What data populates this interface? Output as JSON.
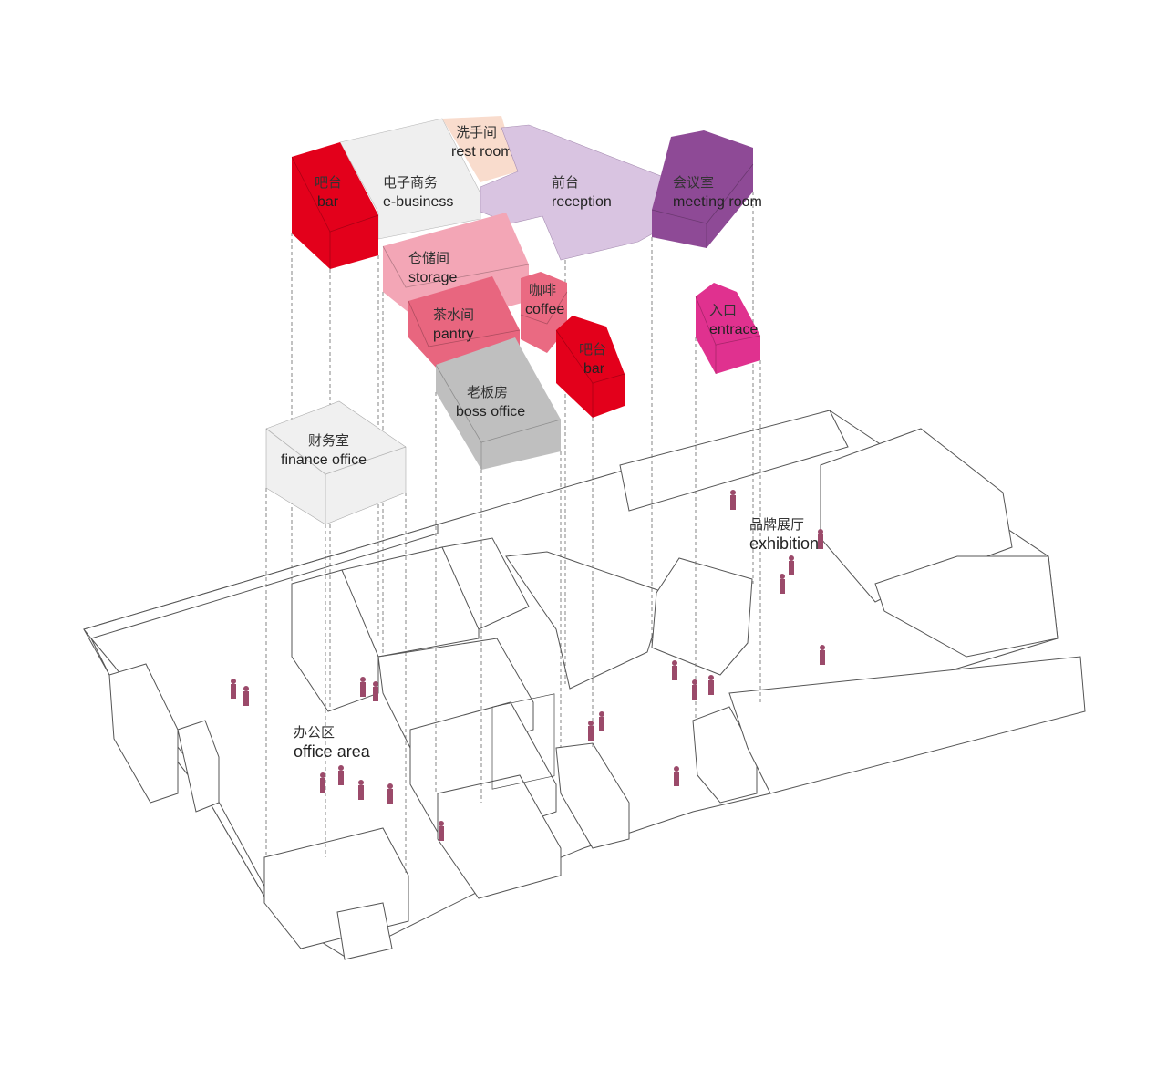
{
  "colors": {
    "bar": "#e3001b",
    "e_business": "#efefef",
    "rest_room": "#f9dccd",
    "reception": "#d9c4e1",
    "meeting_room": "#8e4a96",
    "storage": "#f3a6b6",
    "pantry": "#e8667f",
    "coffee": "#ea6a82",
    "entrance": "#e0318f",
    "boss_office": "#bfbfbf",
    "finance_office": "#f0f0f0",
    "people": "#9b4a6a"
  },
  "rooms": {
    "bar1": {
      "cn": "吧台",
      "en": "bar"
    },
    "e_business": {
      "cn": "电子商务",
      "en": "e-business"
    },
    "rest_room": {
      "cn": "洗手间",
      "en": "rest room"
    },
    "reception": {
      "cn": "前台",
      "en": "reception"
    },
    "meeting_room": {
      "cn": "会议室",
      "en": "meeting room"
    },
    "storage": {
      "cn": "仓储间",
      "en": "storage"
    },
    "coffee": {
      "cn": "咖啡",
      "en": "coffee"
    },
    "pantry": {
      "cn": "茶水间",
      "en": "pantry"
    },
    "bar2": {
      "cn": "吧台",
      "en": "bar"
    },
    "entrance": {
      "cn": "入口",
      "en": "entrace"
    },
    "boss_office": {
      "cn": "老板房",
      "en": "boss office"
    },
    "finance_office": {
      "cn": "财务室",
      "en": "finance office"
    }
  },
  "zones": {
    "exhibition": {
      "cn": "品牌展厅",
      "en": "exhibition"
    },
    "office_area": {
      "cn": "办公区",
      "en": "office area"
    }
  }
}
